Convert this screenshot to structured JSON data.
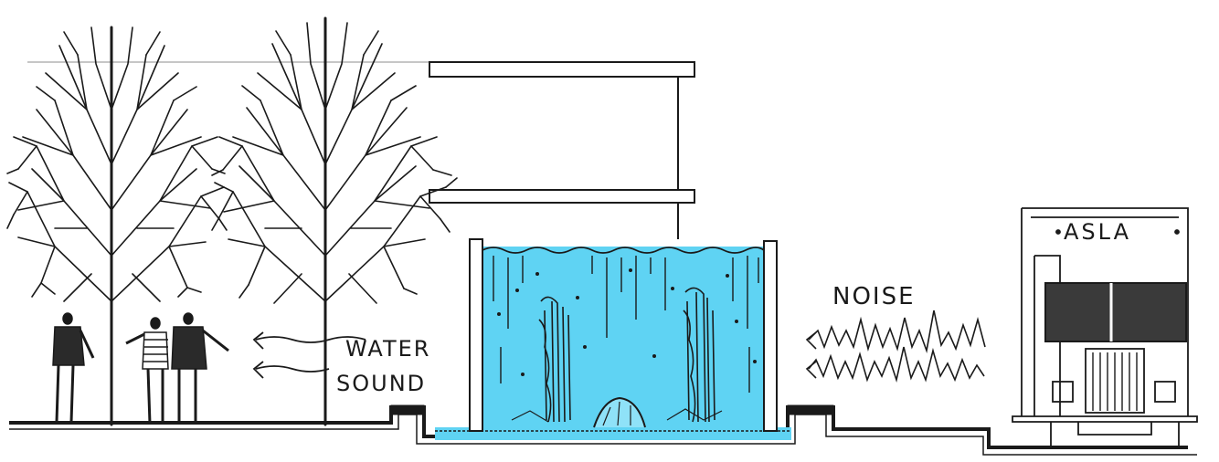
{
  "labels": {
    "water": "WATER",
    "sound": "SOUND",
    "noise": "NOISE",
    "building_sign": "ASLA"
  },
  "colors": {
    "ink": "#1a1a1a",
    "water_fill": "#5fd3f3",
    "water_light": "#8fe2f8",
    "paper": "#ffffff"
  }
}
